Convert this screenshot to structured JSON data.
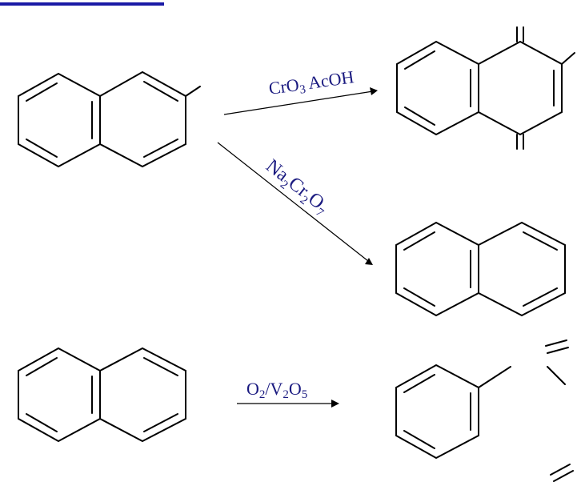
{
  "colors": {
    "accent_bar": "#1a1aa6",
    "label_text": "#1a1a80",
    "bonds": "#000000",
    "background": "#ffffff"
  },
  "reactions": [
    {
      "reagent_parts": [
        "CrO",
        "3",
        " AcOH"
      ],
      "reagent_subscripts": [
        false,
        true,
        false
      ]
    },
    {
      "reagent_parts": [
        "Na",
        "2",
        "Cr",
        "2",
        "O",
        "7"
      ],
      "reagent_subscripts": [
        false,
        true,
        false,
        true,
        false,
        true
      ]
    },
    {
      "reagent_parts": [
        "O",
        "2",
        "/V",
        "2",
        "O",
        "5"
      ],
      "reagent_subscripts": [
        false,
        true,
        false,
        true,
        false,
        true
      ]
    }
  ]
}
